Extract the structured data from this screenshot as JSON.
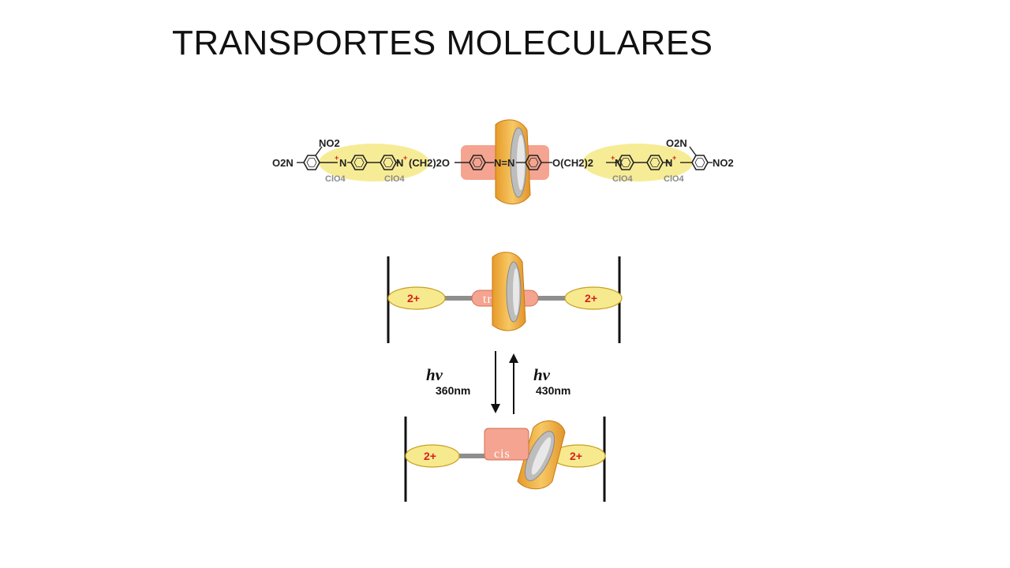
{
  "slide": {
    "title": "TRANSPORTES MOLECULARES"
  },
  "molecule": {
    "left_o2n": "O2N",
    "left_no2": "NO2",
    "right_o2n": "O2N",
    "right_no2": "NO2",
    "n_plus": "N",
    "plus_sign": "+",
    "left_linker": "(CH2)2O",
    "azo": "N=N",
    "right_linker": "O(CH2)2",
    "counterion": "ClO4"
  },
  "shuttle_states": {
    "trans_label": "trans",
    "cis_label": "cis",
    "station_charge": "2+"
  },
  "photo_switch": {
    "forward_symbol": "hν",
    "forward_wavelength": "360nm",
    "reverse_symbol": "hν",
    "reverse_wavelength": "430nm"
  },
  "colors": {
    "station_yellow": "#f7e98e",
    "azo_pink": "#f5a896",
    "ring_gold": "#f0b84e",
    "axle_gray": "#8e8e8e",
    "charge_red": "#d42020"
  }
}
